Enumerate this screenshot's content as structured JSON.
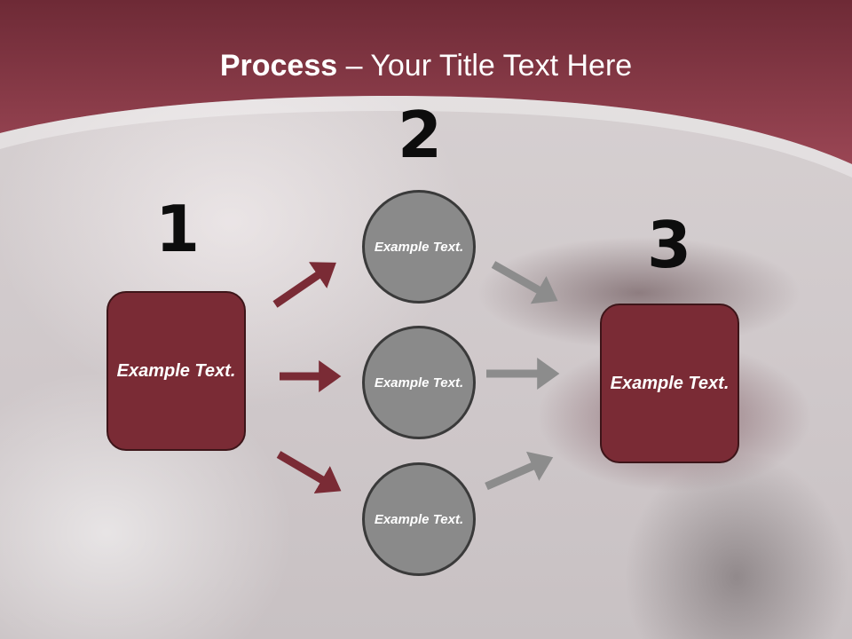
{
  "title": {
    "bold": "Process",
    "rest": " – Your Title Text Here"
  },
  "steps": {
    "one": {
      "number": "1",
      "label": "Example Text."
    },
    "two": {
      "number": "2"
    },
    "three": {
      "number": "3",
      "label": "Example Text."
    }
  },
  "circles": [
    {
      "label": "Example Text."
    },
    {
      "label": "Example Text."
    },
    {
      "label": "Example Text."
    }
  ],
  "colors": {
    "header": "#8a3b49",
    "box_fill": "#7a2b35",
    "circle_fill": "#8a8a8a",
    "arrow_red": "#7a2b35",
    "arrow_gray": "#8c8c8c"
  }
}
